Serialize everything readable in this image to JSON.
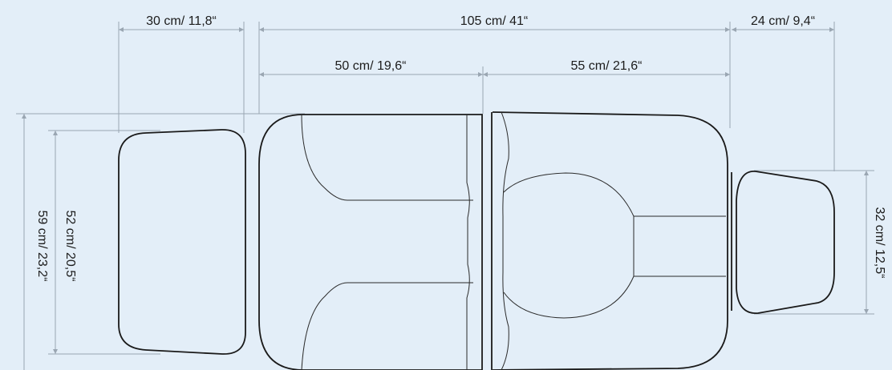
{
  "dimensions": {
    "foot_width": "30 cm/ 11,8“",
    "total_length": "105 cm/ 41“",
    "seat_length": "50 cm/ 19,6“",
    "back_length": "55 cm/ 21,6“",
    "head_width": "24 cm/ 9,4“",
    "total_width": "59 cm/ 23,2“",
    "foot_height": "52 cm/ 20,5“",
    "head_height": "32 cm/ 12,5“"
  },
  "colors": {
    "background": "#e3eef8",
    "outline": "#1a1a1a",
    "dimension_line": "#9aa6b2"
  }
}
